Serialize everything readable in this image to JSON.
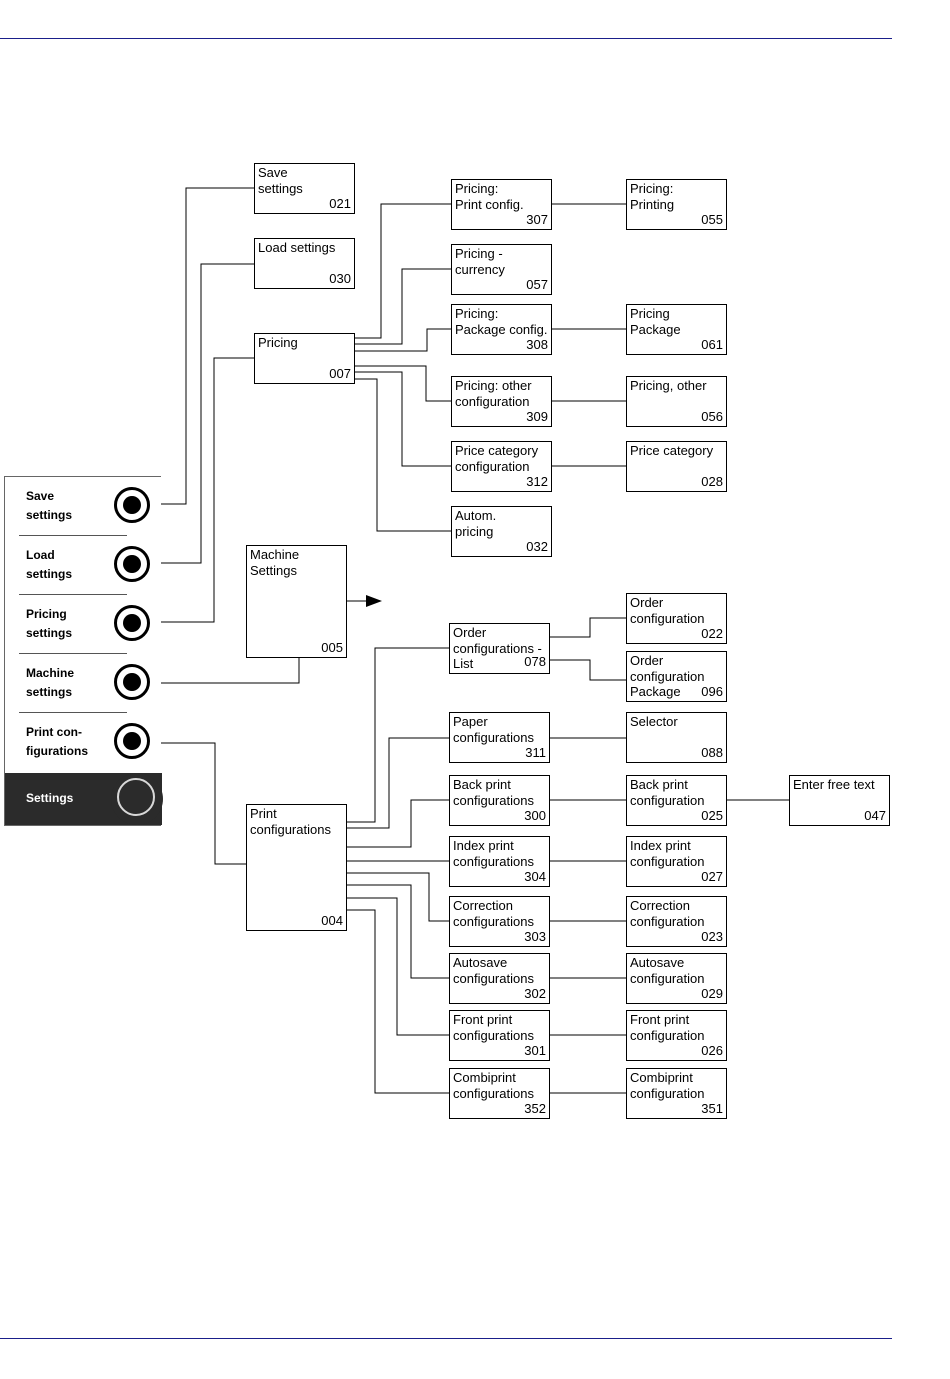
{
  "panel": {
    "items": [
      {
        "label": "Save\nsettings"
      },
      {
        "label": "Load\nsettings"
      },
      {
        "label": "Pricing\nsettings"
      },
      {
        "label": "Machine\nsettings"
      },
      {
        "label": "Print con-\nfigurations"
      }
    ],
    "active": "Settings"
  },
  "boxes": {
    "save_settings": {
      "label": "Save\nsettings",
      "code": "021"
    },
    "load_settings": {
      "label": "Load settings",
      "code": "030"
    },
    "pricing": {
      "label": "Pricing",
      "code": "007"
    },
    "machine_settings": {
      "label": "Machine\nSettings",
      "code": "005"
    },
    "print_configurations": {
      "label": "Print\nconfigurations",
      "code": "004"
    },
    "pricing_print_config": {
      "label": "Pricing:\nPrint config.",
      "code": "307"
    },
    "pricing_currency": {
      "label": "Pricing -\ncurrency",
      "code": "057"
    },
    "pricing_package_config": {
      "label": "Pricing:\nPackage config.",
      "code": "308"
    },
    "pricing_other_configuration": {
      "label": "Pricing: other\nconfiguration",
      "code": "309"
    },
    "price_category_configuration": {
      "label": "Price category\nconfiguration",
      "code": "312"
    },
    "autom_pricing": {
      "label": "Autom.\npricing",
      "code": "032"
    },
    "pricing_printing": {
      "label": "Pricing:\nPrinting",
      "code": "055"
    },
    "pricing_package": {
      "label": "Pricing\nPackage",
      "code": "061"
    },
    "pricing_other": {
      "label": "Pricing, other",
      "code": "056"
    },
    "price_category": {
      "label": "Price category",
      "code": "028"
    },
    "order_configurations_list": {
      "label": "Order\nconfigurations -\nList",
      "code": "078"
    },
    "order_configuration": {
      "label": "Order\nconfiguration",
      "code": "022"
    },
    "order_configuration_package": {
      "label": "Order\nconfiguration\nPackage",
      "code": "096"
    },
    "paper_configurations": {
      "label": "Paper\nconfigurations",
      "code": "311"
    },
    "selector": {
      "label": "Selector",
      "code": "088"
    },
    "back_print_configurations": {
      "label": "Back print\nconfigurations",
      "code": "300"
    },
    "back_print_configuration": {
      "label": "Back print\nconfiguration",
      "code": "025"
    },
    "enter_free_text": {
      "label": "Enter free text",
      "code": "047"
    },
    "index_print_configurations": {
      "label": "Index print\nconfigurations",
      "code": "304"
    },
    "index_print_configuration": {
      "label": "Index print\nconfiguration",
      "code": "027"
    },
    "correction_configurations": {
      "label": "Correction\nconfigurations",
      "code": "303"
    },
    "correction_configuration": {
      "label": "Correction\nconfiguration",
      "code": "023"
    },
    "autosave_configurations": {
      "label": "Autosave\nconfigurations",
      "code": "302"
    },
    "autosave_configuration": {
      "label": "Autosave\nconfiguration",
      "code": "029"
    },
    "front_print_configurations": {
      "label": "Front print\nconfigurations",
      "code": "301"
    },
    "front_print_configuration": {
      "label": "Front print\nconfiguration",
      "code": "026"
    },
    "combiprint_configurations": {
      "label": "Combiprint\nconfigurations",
      "code": "352"
    },
    "combiprint_configuration": {
      "label": "Combiprint\nconfiguration",
      "code": "351"
    }
  },
  "colors": {
    "rule": "#1a1f8a",
    "panel_active": "#2b2b2b"
  }
}
